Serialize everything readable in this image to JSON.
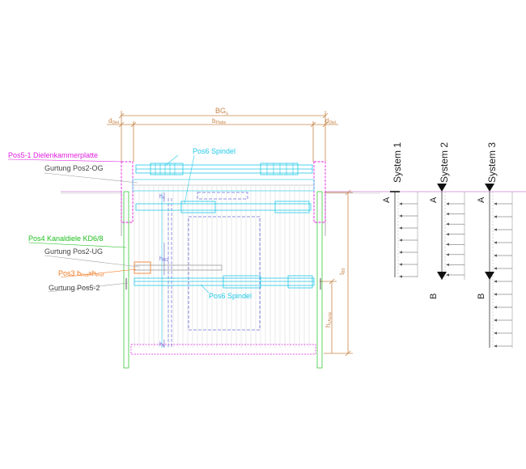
{
  "colors": {
    "dim": "#c8864a",
    "magenta": "#e020e0",
    "green": "#20c020",
    "cyan": "#20c8e8",
    "orange": "#f07820",
    "blue": "#6b6bd8",
    "gray": "#9a9a9a",
    "ground": "#d080d0",
    "dark": "#222222"
  },
  "dimensions": {
    "bg_main": "BG",
    "bg_sub": "s",
    "d_left": "d",
    "d_left_sub": "Diel",
    "d_right": "d",
    "d_right_sub": "Diel",
    "b_platte": "b",
    "b_platte_sub": "Platte",
    "t_b": "t",
    "t_b_sub": "B0",
    "h_avg": "h",
    "h_avg_sub": "t,Ausg",
    "h_sp_top": "h",
    "h_sp_top_sub": "s",
    "h_mid": "h",
    "h_mid_sub": "BG",
    "h_bot": "h",
    "h_bot_sub": "s"
  },
  "labels": {
    "pos5_1": "Pos5-1 Dielenkammerplatte",
    "gurtung_og": "Gurtung Pos2-OG",
    "pos4": "Pos4 Kanaldiele KD6/8",
    "gurtung_ug": "Gurtung Pos2-UG",
    "pos3_main": "Pos3 b",
    "pos3_sub1": "Prof",
    "pos3_x": "xh",
    "pos3_sub2": "Prof",
    "gurtung_pos5_2": "Gurtung Pos5-2",
    "pos6_spindel_top": "Pos6 Spindel",
    "pos6_spindel_bottom": "Pos6 Spindel"
  },
  "systems": [
    {
      "title": "System 1",
      "support_top": "A",
      "support_bottom": "",
      "arrows": 7
    },
    {
      "title": "System 2",
      "support_top": "A",
      "support_bottom": "B",
      "arrows": 8
    },
    {
      "title": "System 3",
      "support_top": "A",
      "support_bottom": "B",
      "arrows": 12
    }
  ]
}
